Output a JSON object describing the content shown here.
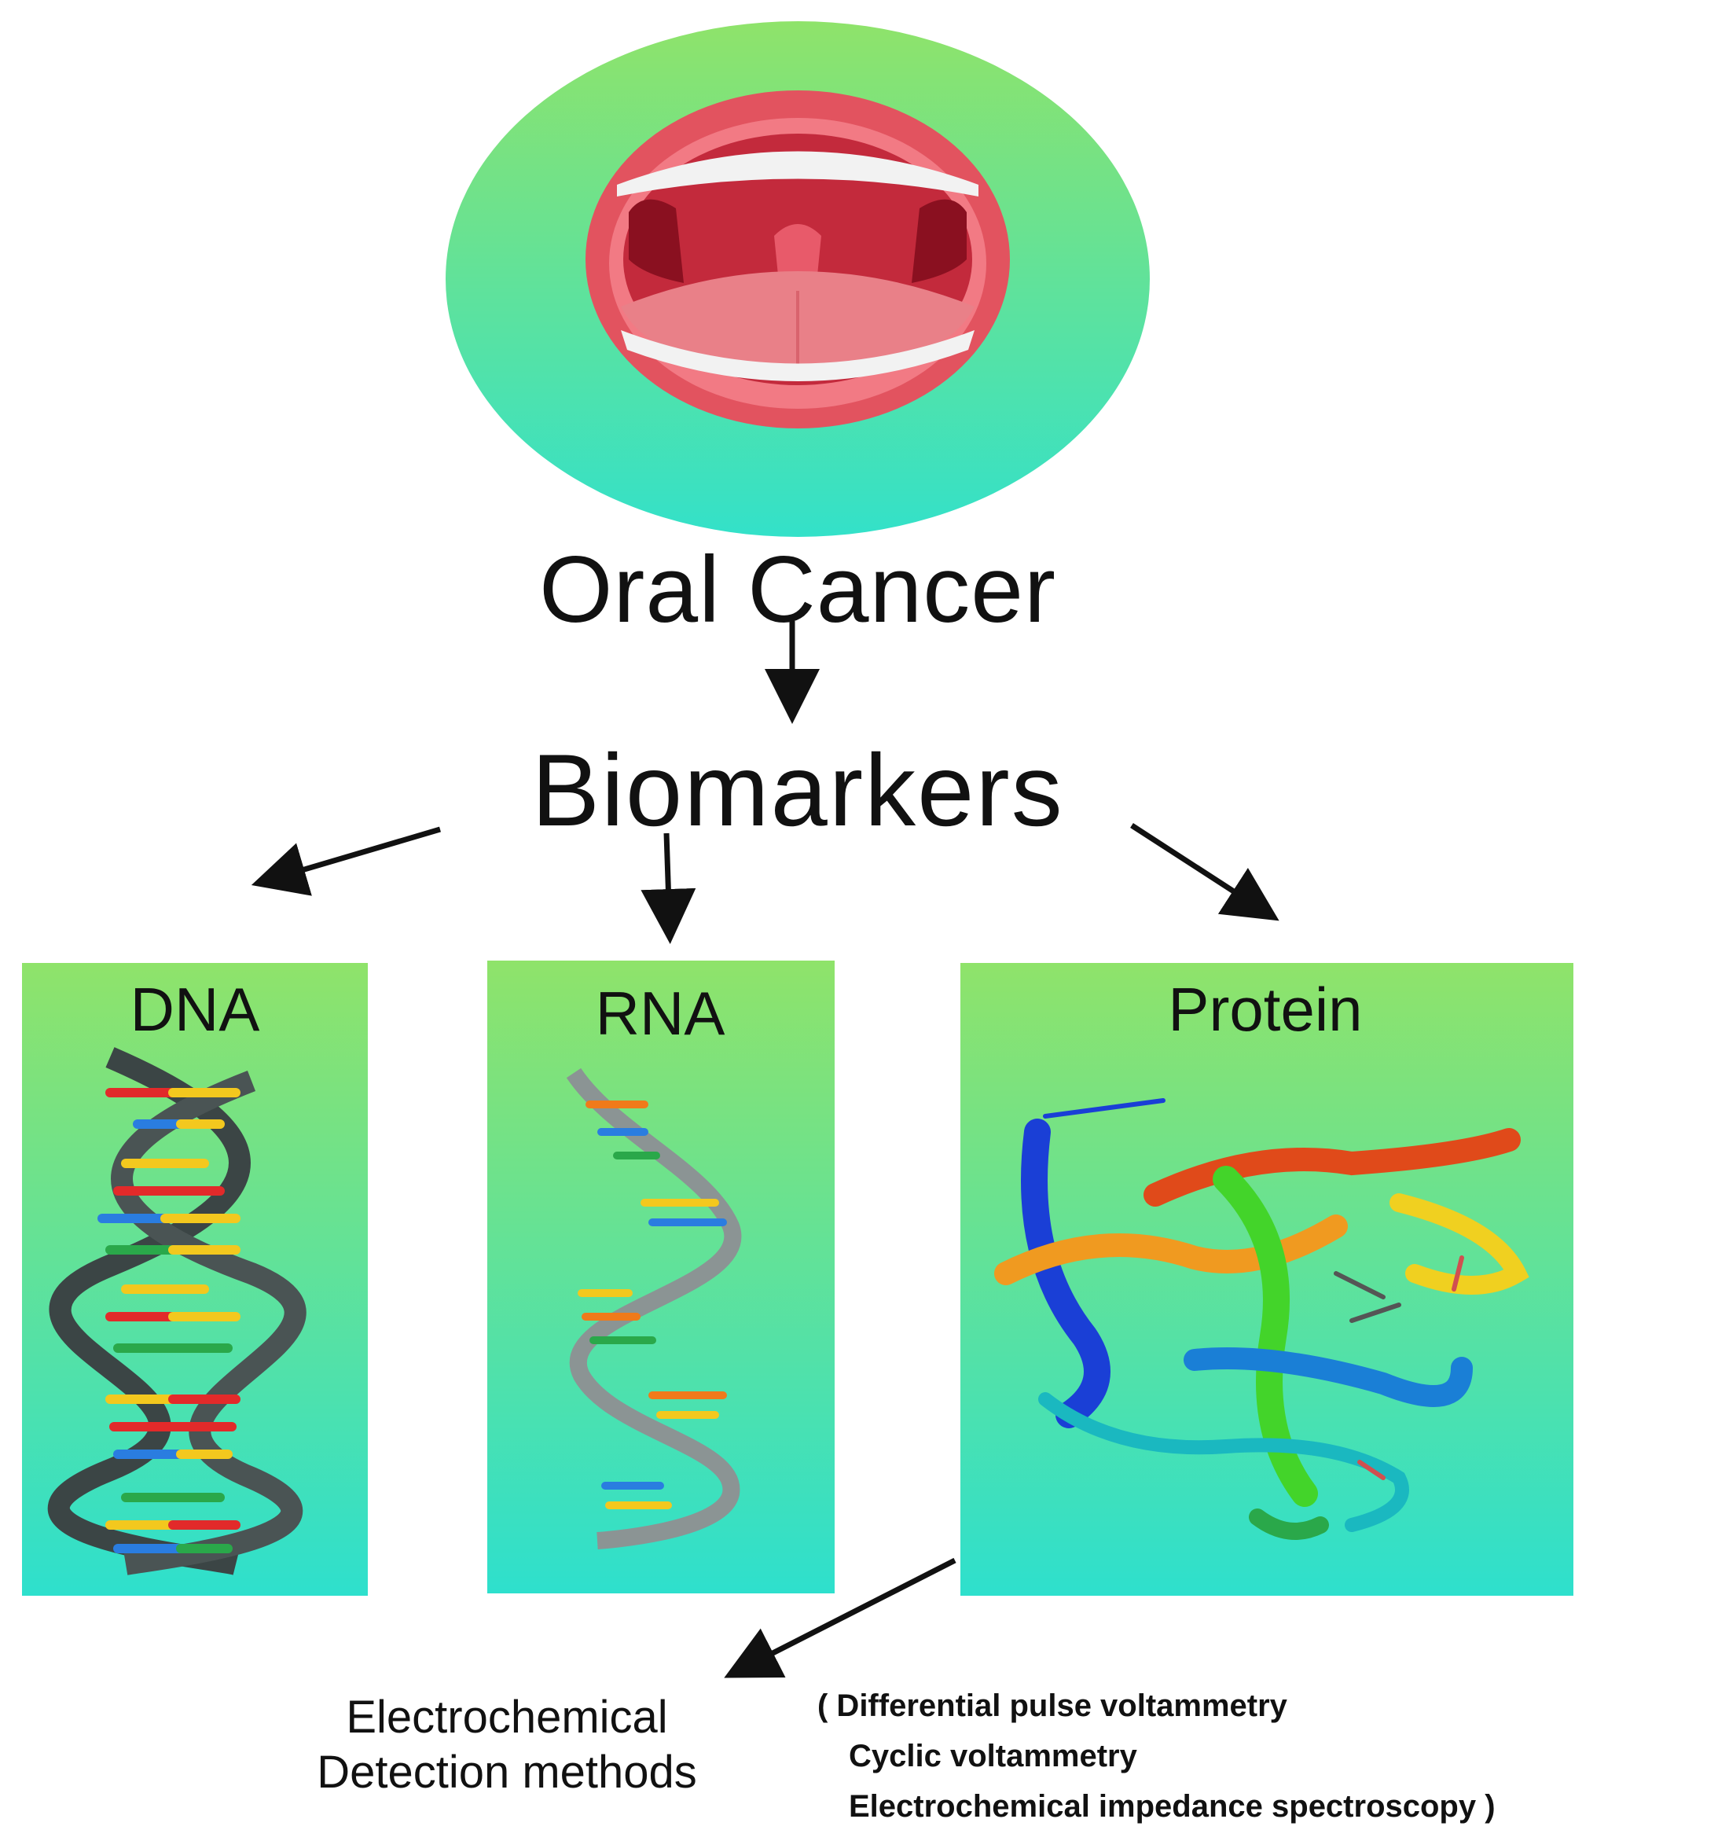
{
  "diagram": {
    "title": "Oral Cancer",
    "subtitle": "Biomarkers",
    "panels": [
      {
        "label": "DNA"
      },
      {
        "label": "RNA"
      },
      {
        "label": "Protein"
      }
    ],
    "detection": {
      "title_line1": "Electrochemical",
      "title_line2": "Detection methods",
      "methods": [
        "( Differential pulse voltammetry",
        "Cyclic voltammetry",
        "Electrochemical impedance spectroscopy )"
      ]
    }
  },
  "colors": {
    "panel_top": "#8fe36a",
    "panel_bottom": "#2ee0cd",
    "arrow": "#111111",
    "lips": "#e2535f",
    "teeth": "#f2f2f2",
    "tongue": "#e98088",
    "throat": "#c32a3c"
  },
  "icons": [
    "mouth-icon",
    "dna-helix-icon",
    "rna-strand-icon",
    "protein-structure-icon"
  ]
}
